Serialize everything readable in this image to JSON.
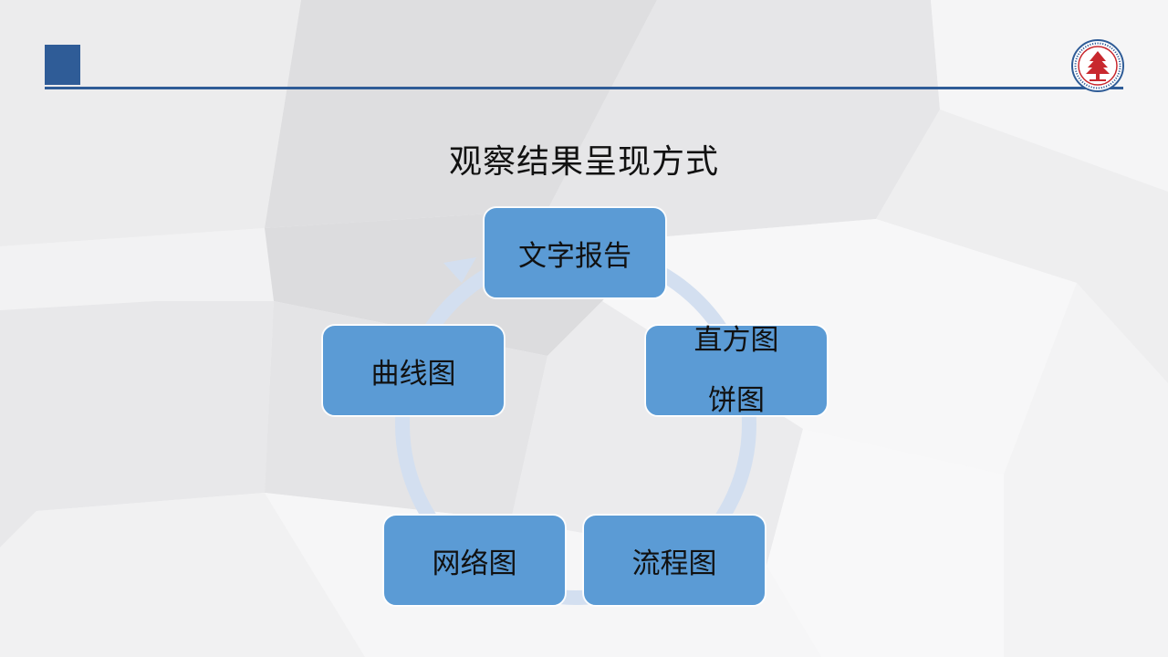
{
  "slide": {
    "title": "观察结果呈现方式",
    "accent_color": "#2f5c97",
    "node_color": "#5b9bd5",
    "cycle_arrow_color": "#d3dff0"
  },
  "logo": {
    "icon": "university-seal-icon",
    "colors": [
      "#c8282e",
      "#2f5c97"
    ]
  },
  "diagram": {
    "type": "cycle",
    "nodes": [
      {
        "id": "n1",
        "lines": [
          "文字报告"
        ]
      },
      {
        "id": "n2",
        "lines": [
          "直方图",
          "饼图"
        ]
      },
      {
        "id": "n3",
        "lines": [
          "流程图"
        ]
      },
      {
        "id": "n4",
        "lines": [
          "网络图"
        ]
      },
      {
        "id": "n5",
        "lines": [
          "曲线图"
        ]
      }
    ]
  }
}
